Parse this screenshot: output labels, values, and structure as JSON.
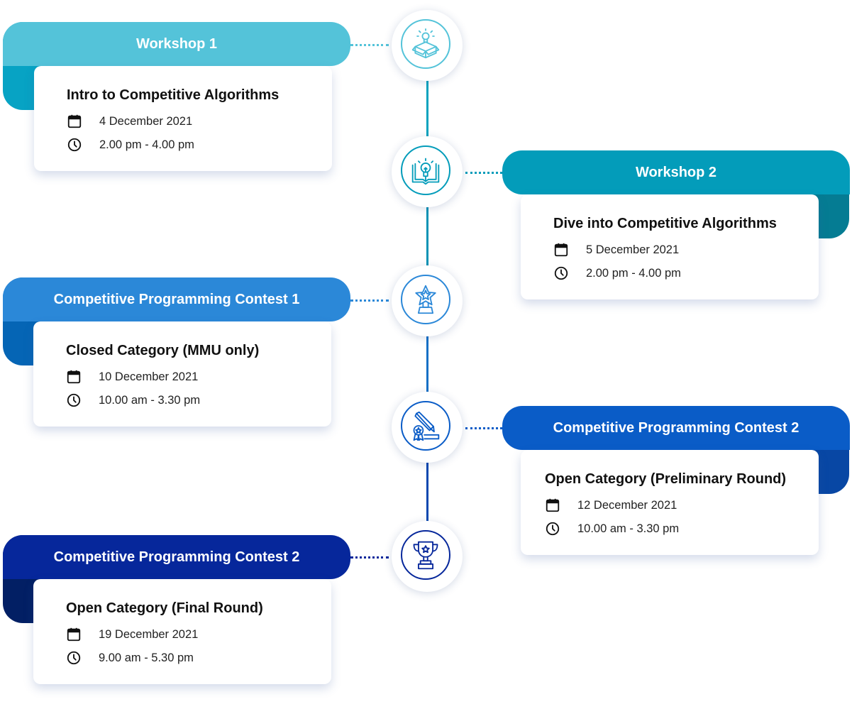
{
  "colors": {
    "event1": "#54C3D9",
    "event1_dark": "#07A3C4",
    "event2": "#039CBA",
    "event2_dark": "#057C93",
    "event3": "#2B88D8",
    "event3_dark": "#0565B5",
    "event4": "#0A5CC7",
    "event4_dark": "#0847A4",
    "event5": "#06279B",
    "event5_dark": "#021F64"
  },
  "events": [
    {
      "heading": "Workshop 1",
      "title": "Intro to Competitive Algorithms",
      "date": "4 December 2021",
      "time": "2.00 pm - 4.00 pm",
      "icon": "idea-box-icon",
      "side": "left"
    },
    {
      "heading": "Workshop 2",
      "title": "Dive into Competitive Algorithms",
      "date": "5 December 2021",
      "time": "2.00 pm - 4.00 pm",
      "icon": "book-lightbulb-icon",
      "side": "right"
    },
    {
      "heading": "Competitive Programming Contest 1",
      "title": "Closed Category (MMU only)",
      "date": "10 December 2021",
      "time": "10.00 am - 3.30 pm",
      "icon": "star-trophy-icon",
      "side": "left"
    },
    {
      "heading": "Competitive Programming Contest 2",
      "title": "Open Category (Preliminary Round)",
      "date": "12 December 2021",
      "time": "10.00 am - 3.30 pm",
      "icon": "pencil-certificate-icon",
      "side": "right"
    },
    {
      "heading": "Competitive Programming Contest 2",
      "title": "Open Category (Final Round)",
      "date": "19 December 2021",
      "time": "9.00 am - 5.30 pm",
      "icon": "cup-trophy-icon",
      "side": "left"
    }
  ]
}
